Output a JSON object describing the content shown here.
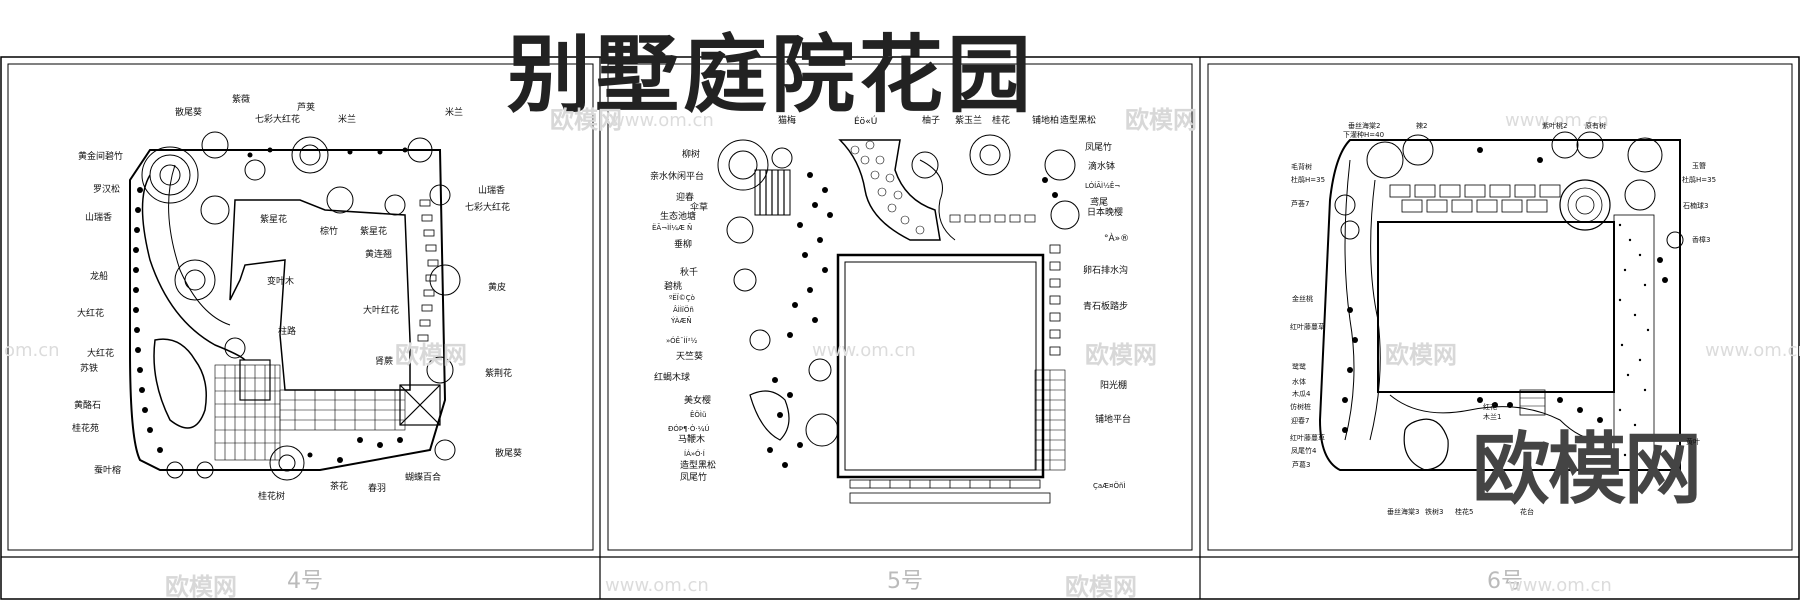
{
  "title": "别墅庭院花园",
  "panels": [
    {
      "number": "4号"
    },
    {
      "number": "5号"
    },
    {
      "number": "6号"
    }
  ],
  "watermarks": {
    "brand": "欧模网",
    "url": "www.om.cn",
    "url_partial": "om.cn",
    "big": "欧模网"
  },
  "plan4_labels": [
    "紫薇",
    "芦荚",
    "米兰",
    "米兰",
    "散尾葵",
    "七彩大红花",
    "黄金间碧竹",
    "罗汉松",
    "山瑞香",
    "山瑞香",
    "七彩大红花",
    "紫星花",
    "棕竹",
    "紫星花",
    "黄连翘",
    "龙船",
    "变叶木",
    "黄皮",
    "大红花",
    "大叶红花",
    "大红花",
    "苏铁",
    "柱路",
    "肾蕨",
    "紫荆花",
    "黄酪石",
    "桂花苑",
    "蚕叶榕",
    "散尾葵",
    "桂花树",
    "茶花",
    "春羽",
    "蝴蝶百合"
  ],
  "plan5_labels": [
    "猫梅",
    "Éö«Ú",
    "柚子",
    "紫玉兰",
    "桂花",
    "铺地柏",
    "造型黑松",
    "柳树",
    "亲水休闲平台",
    "凤尾竹",
    "滴水钵",
    "LÓÍÃÌ½Ê¬",
    "鸢尾",
    "迎春",
    "伞草",
    "生态池塘",
    "日本晚樱",
    "ËÃ¬ÌÍ¼Æ Ñ",
    "垂柳",
    "°À»®",
    "卵石排水沟",
    "青石板踏步",
    "秋千",
    "碧桃",
    "ºËÏ©Çò",
    "ÂÌÌïÖñ",
    "ÝÀÆÑ",
    "»ÓÊ¯ÌÍ²½",
    "天竺葵",
    "红蝎木球",
    "阳光棚",
    "美女樱",
    "ÊÖÌü",
    "ÐÓÞ¶·Ò·¼Ú",
    "马鞭木",
    "铺地平台",
    "ÍÁ»Ó·Í",
    "造型黑松",
    "凤尾竹",
    "ÇaÆ¤ÖñÌ"
  ],
  "plan6_labels": [
    "垂丝海棠2",
    "辣2",
    "紫叶桃2",
    "原有树",
    "下灌种H=40",
    "毛背树",
    "杜鹃H=35",
    "玉簪",
    "杜鹃H=35",
    "芦荟7",
    "石楠球3",
    "香樟3",
    "金丝桃",
    "红叶藤蔓草",
    "鹭鹭",
    "水体",
    "木瓜4",
    "仿树桩",
    "迎春7",
    "红叶藤蔓草",
    "凤尾竹4",
    "芦葛3",
    "红花",
    "木兰1",
    "垂丝海棠3",
    "铁树3",
    "桂花5",
    "花台",
    "黄叶"
  ]
}
